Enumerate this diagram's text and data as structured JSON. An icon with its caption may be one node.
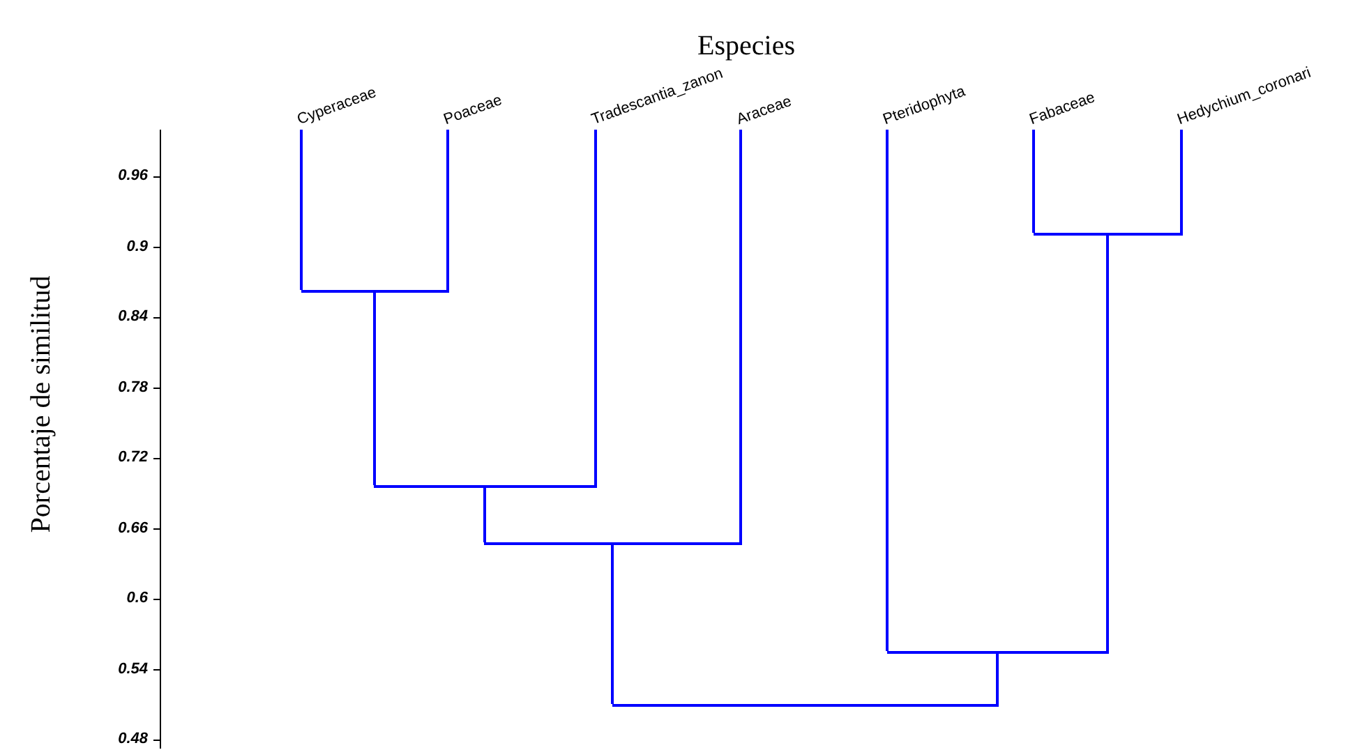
{
  "diagram": {
    "title": "Especies",
    "nodes": [
      {
        "text": [
          "Cyperaceae"
        ]
      },
      {
        "text": [
          "Poaceae"
        ]
      },
      {
        "text": [
          "Tradescantia_zanon"
        ]
      },
      {
        "text": [
          "Araceae"
        ]
      },
      {
        "text": [
          "Pteridophyta"
        ]
      },
      {
        "text": [
          "Fabaceae"
        ]
      },
      {
        "text": [
          "Hedychium_coronari"
        ]
      },
      {
        "text": [],
        "shape": "bar"
      },
      {
        "text": [],
        "shape": "bar"
      },
      {
        "text": [],
        "shape": "bar"
      },
      {
        "text": [],
        "shape": "bar"
      },
      {
        "text": [],
        "shape": "bar"
      },
      {
        "text": [],
        "shape": "bar"
      }
    ],
    "edges": [
      {
        "from": 7,
        "to": 5,
        "arrow": "none"
      },
      {
        "from": 7,
        "to": 6,
        "arrow": "none"
      },
      {
        "from": 8,
        "to": 0,
        "arrow": "none"
      },
      {
        "from": 8,
        "to": 1,
        "arrow": "none"
      },
      {
        "from": 9,
        "to": 8,
        "arrow": "none"
      },
      {
        "from": 9,
        "to": 2,
        "arrow": "none"
      },
      {
        "from": 10,
        "to": 9,
        "arrow": "none"
      },
      {
        "from": 10,
        "to": 3,
        "arrow": "none"
      },
      {
        "from": 11,
        "to": 4,
        "arrow": "none"
      },
      {
        "from": 11,
        "to": 7,
        "arrow": "none"
      },
      {
        "from": 12,
        "to": 10,
        "arrow": "none"
      },
      {
        "from": 12,
        "to": 11,
        "arrow": "none"
      }
    ],
    "labels": [
      "Porcentaje de similitud",
      "0.96",
      "0.9",
      "0.84",
      "0.78",
      "0.72",
      "0.66",
      "0.6",
      "0.54",
      "0.48"
    ]
  }
}
